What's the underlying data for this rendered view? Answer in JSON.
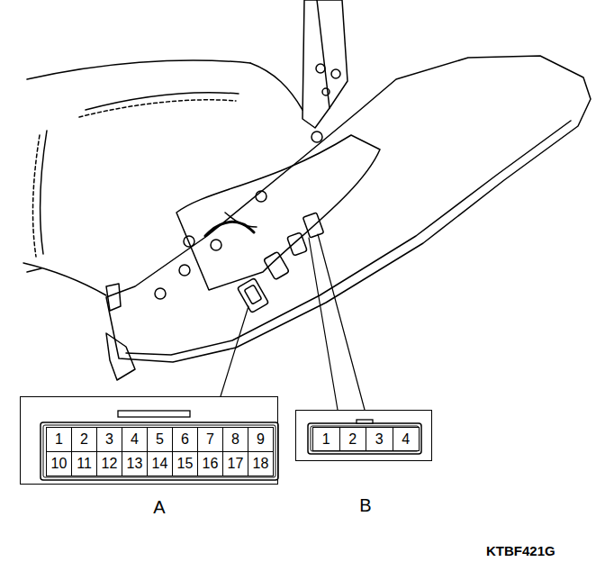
{
  "diagram": {
    "nodes": [
      {
        "text": [
          "A"
        ]
      },
      {
        "text": [
          "1"
        ],
        "in": 0
      },
      {
        "text": [
          "2"
        ],
        "in": 0
      },
      {
        "text": [
          "3"
        ],
        "in": 0
      },
      {
        "text": [
          "4"
        ],
        "in": 0
      },
      {
        "text": [
          "5"
        ],
        "in": 0
      },
      {
        "text": [
          "6"
        ],
        "in": 0
      },
      {
        "text": [
          "7"
        ],
        "in": 0
      },
      {
        "text": [
          "8"
        ],
        "in": 0
      },
      {
        "text": [
          "9"
        ],
        "in": 0
      },
      {
        "text": [
          "10"
        ],
        "in": 0
      },
      {
        "text": [
          "11"
        ],
        "in": 0
      },
      {
        "text": [
          "12"
        ],
        "in": 0
      },
      {
        "text": [
          "13"
        ],
        "in": 0
      },
      {
        "text": [
          "14"
        ],
        "in": 0
      },
      {
        "text": [
          "15"
        ],
        "in": 0
      },
      {
        "text": [
          "16"
        ],
        "in": 0
      },
      {
        "text": [
          "17"
        ],
        "in": 0
      },
      {
        "text": [
          "18"
        ],
        "in": 0
      },
      {
        "text": [
          "B"
        ]
      },
      {
        "text": [
          "1"
        ],
        "in": 19
      },
      {
        "text": [
          "2"
        ],
        "in": 19
      },
      {
        "text": [
          "3"
        ],
        "in": 19
      },
      {
        "text": [
          "4"
        ],
        "in": 19
      }
    ],
    "labels": [
      "KTBF421G"
    ]
  }
}
